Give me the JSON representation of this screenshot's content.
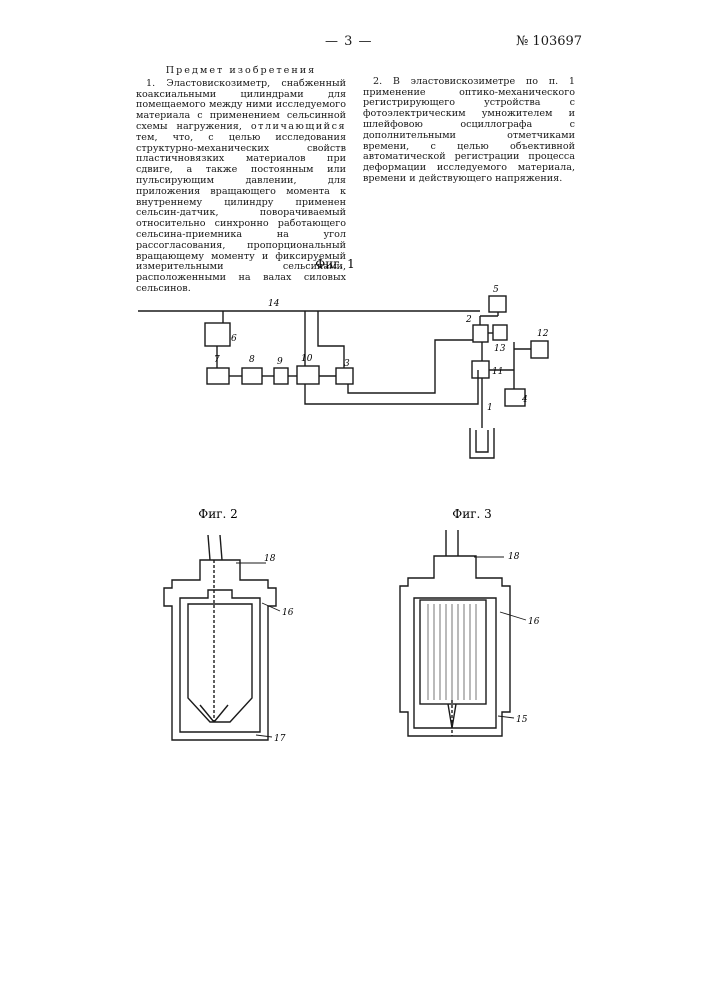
{
  "header": {
    "page_number": "— 3 —",
    "patent_number": "№ 103697"
  },
  "text": {
    "section_title": "Предмет изобретения",
    "claim1_part1": "1. Эластовискозиметр, снабженный коаксиальными цилиндрами для помещаемого между ними исследуемого материала с применением сельсинной схемы нагружения,",
    "claim1_spaced": "отличающийся",
    "claim1_part2": "тем, что, с целью исследования структурно-механических свойств пластичновязких материалов при сдвиге, а также постоянным или пульсирующим давлении, для приложения вращающего момента к внутреннему цилиндру применен сельсин-датчик, поворачиваемый относительно синхронно работающего сельсина-приемника на угол рассогласования, пропорциональный вращающему моменту и фиксируемый измерительными сельсинами, расположенными на валах силовых сельсинов.",
    "claim2": "2. В эластовискозиметре по п. 1 применение оптико-механического регистрирующего устройства с фотоэлектрическим умножителем и шлейфовою осциллографа с дополнительными отметчиками времени, с целью объективной автоматической регистрации процесса деформации исследуемого материала, времени и действующего напряжения."
  },
  "figures": {
    "fig1": {
      "caption": "Фиг. 1",
      "labels": [
        "1",
        "2",
        "3",
        "4",
        "5",
        "6",
        "7",
        "8",
        "9",
        "10",
        "11",
        "12",
        "13",
        "14"
      ]
    },
    "fig2": {
      "caption": "Фиг. 2",
      "labels": [
        "16",
        "17",
        "18"
      ]
    },
    "fig3": {
      "caption": "Фиг. 3",
      "labels": [
        "15",
        "16",
        "18"
      ]
    }
  }
}
